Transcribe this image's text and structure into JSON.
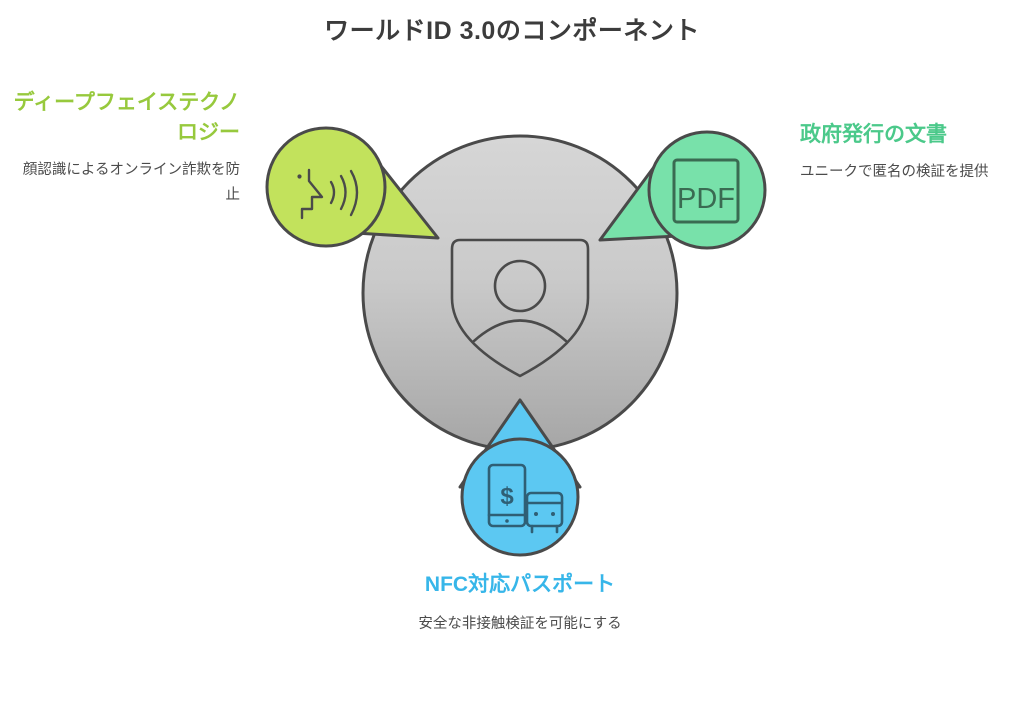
{
  "page": {
    "title": "ワールドID 3.0のコンポーネント",
    "background_color": "#ffffff"
  },
  "center": {
    "icon_name": "shield-person-icon",
    "fill_top_color": "#d2d2d2",
    "fill_bottom_color": "#a9a9a9",
    "stroke_color": "#4a4a4a"
  },
  "nodes": [
    {
      "id": "deepface",
      "heading": "ディープフェイステクノロジー",
      "description": "顔認識によるオンライン詐欺を防止",
      "icon_name": "face-speaking-icon",
      "bubble_color": "#c2e25c",
      "heading_color": "#97c93d",
      "stroke_color": "#4a4a4a"
    },
    {
      "id": "gov-doc",
      "heading": "政府発行の文書",
      "description": "ユニークで匿名の検証を提供",
      "icon_name": "pdf-document-icon",
      "icon_label": "PDF",
      "bubble_color": "#78e1aa",
      "heading_color": "#4bc98a",
      "stroke_color": "#3a6b52"
    },
    {
      "id": "nfc-passport",
      "heading": "NFC対応パスポート",
      "description": "安全な非接触検証を可能にする",
      "icon_name": "mobile-payment-transit-icon",
      "icon_label": "$",
      "bubble_color": "#5cc8f2",
      "heading_color": "#37b6e9",
      "stroke_color": "#2f5f75"
    }
  ],
  "chart_data": {
    "type": "diagram",
    "title": "ワールドID 3.0のコンポーネント",
    "layout": "hub-and-spoke with three speech-bubble nodes around a central circle",
    "center_label": "",
    "nodes": [
      {
        "label": "ディープフェイステクノロジー",
        "sublabel": "顔認識によるオンライン詐欺を防止",
        "position": "top-left",
        "color": "#c2e25c"
      },
      {
        "label": "政府発行の文書",
        "sublabel": "ユニークで匿名の検証を提供",
        "position": "top-right",
        "color": "#78e1aa"
      },
      {
        "label": "NFC対応パスポート",
        "sublabel": "安全な非接触検証を可能にする",
        "position": "bottom",
        "color": "#5cc8f2"
      }
    ]
  }
}
